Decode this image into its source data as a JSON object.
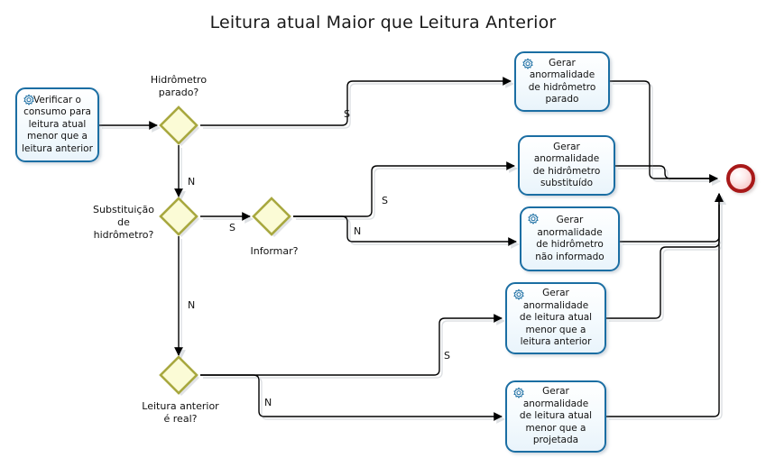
{
  "title": "Leitura atual Maior que Leitura Anterior",
  "nodes": {
    "start_task": {
      "label": "Verificar o\nconsumo para\nleitura atual\nmenor que a\nleitura anterior",
      "icon": "gear-icon"
    },
    "task_parado": {
      "label": "Gerar\nanormalidade\nde hidrômetro\nparado",
      "icon": "gear-icon"
    },
    "task_substituido": {
      "label": "Gerar\nanormalidade\nde hidrômetro\nsubstituído",
      "icon": "none"
    },
    "task_nao_informado": {
      "label": "Gerar\nanormalidade\nde hidrômetro\nnão informado",
      "icon": "gear-icon"
    },
    "task_leitura_anterior": {
      "label": "Gerar\nanormalidade\nde leitura atual\nmenor que a\nleitura anterior",
      "icon": "gear-icon"
    },
    "task_projetada": {
      "label": "Gerar\nanormalidade\nde leitura atual\nmenor que a\nprojetada",
      "icon": "gear-icon"
    }
  },
  "gateways": {
    "hidrometro_parado": "Hidrômetro\nparado?",
    "substituicao": "Substituição\nde\nhidrômetro?",
    "informar": "Informar?",
    "leitura_anterior_real": "Leitura anterior\né real?"
  },
  "edge_labels": {
    "parado_s": "S",
    "parado_n": "N",
    "substituicao_s": "S",
    "substituicao_n": "N",
    "informar_s": "S",
    "informar_n": "N",
    "real_s": "S",
    "real_n": "N"
  },
  "colors": {
    "task_border": "#1b6ea3",
    "task_fill": "#f2f9fd",
    "gateway_border": "#a8a83f",
    "gateway_fill": "#fbfbd6",
    "end_border": "#a81919",
    "end_fill": "#f6b9b9",
    "edge": "#000000",
    "title_text": "#1a1a1a"
  }
}
